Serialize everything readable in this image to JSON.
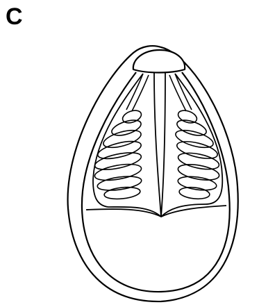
{
  "figure": {
    "panel_label": "C",
    "stroke_color": "#000000",
    "background_color": "#ffffff",
    "left_coil_turns": 8,
    "right_coil_turns": 8
  }
}
